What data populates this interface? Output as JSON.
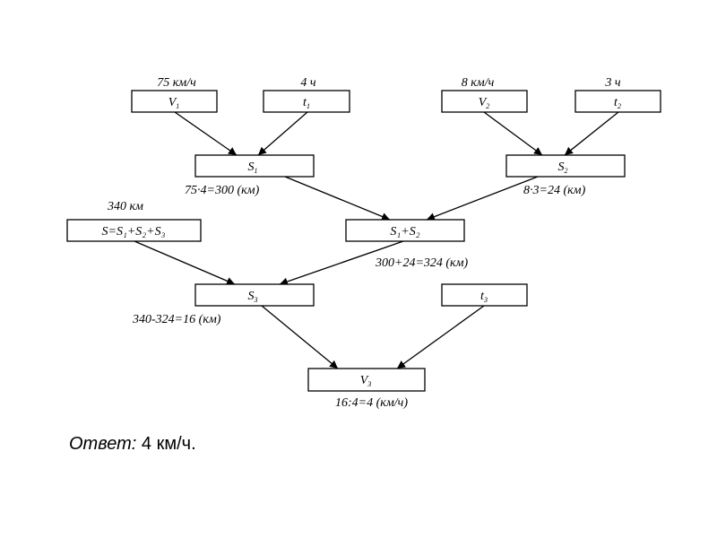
{
  "nodes": {
    "v1": {
      "sym": "V",
      "sub": "1"
    },
    "t1": {
      "sym": "t",
      "sub": "1"
    },
    "v2": {
      "sym": "V",
      "sub": "2"
    },
    "t2": {
      "sym": "t",
      "sub": "2"
    },
    "s1": {
      "sym": "S",
      "sub": "1"
    },
    "s2": {
      "sym": "S",
      "sub": "2"
    },
    "s": {
      "text": "S=S₁+S₂+S₃"
    },
    "s1s2": {
      "text": "S₁+S₂"
    },
    "s3": {
      "sym": "S",
      "sub": "3"
    },
    "t3": {
      "sym": "t",
      "sub": "3"
    },
    "v3": {
      "sym": "V",
      "sub": "3"
    }
  },
  "labels": {
    "v1_value": "75 км/ч",
    "t1_value": "4 ч",
    "v2_value": "8 км/ч",
    "t2_value": "3 ч",
    "s1_calc": "75·4=300 (км)",
    "s2_calc": "8·3=24 (км)",
    "s_value": "340 км",
    "s1s2_calc": "300+24=324 (км)",
    "s3_calc": "340-324=16 (км)",
    "v3_calc": "16:4=4 (км/ч)"
  },
  "answer": {
    "label": "Ответ:",
    "value": "4 км/ч."
  },
  "colors": {
    "ink": "#000000",
    "background": "#ffffff"
  }
}
